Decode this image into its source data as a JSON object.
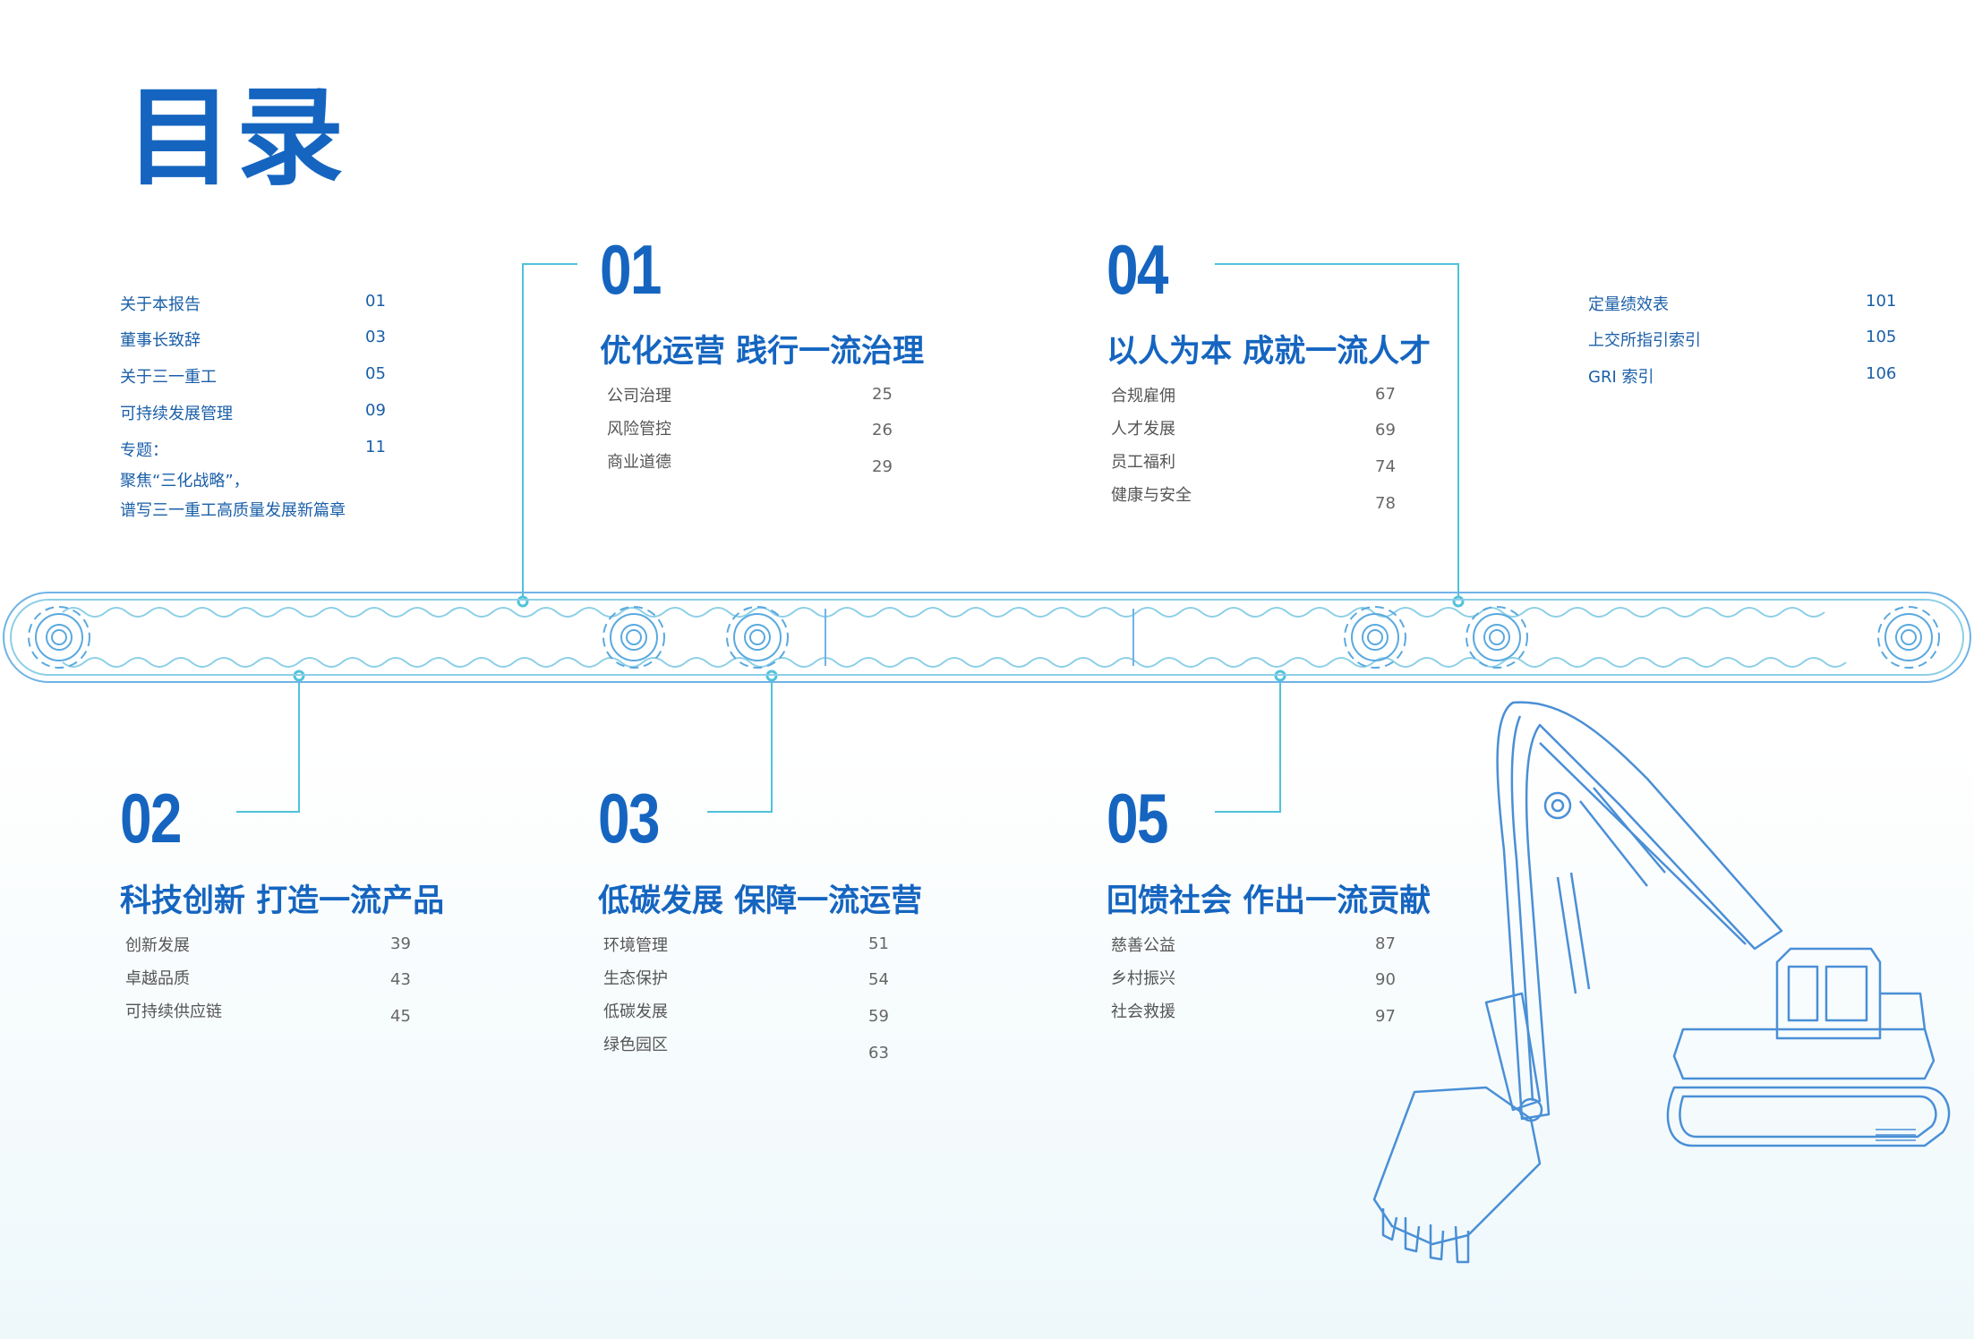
{
  "title": "目录",
  "left_list": [
    {
      "label": "关于本报告",
      "page": "01"
    },
    {
      "label": "董事长致辞",
      "page": "03"
    },
    {
      "label": "关于三一重工",
      "page": "05"
    },
    {
      "label": "可持续发展管理",
      "page": "09"
    },
    {
      "label": "专题：",
      "page": "11"
    },
    {
      "label": "聚焦“三化战略”，",
      "page": ""
    },
    {
      "label": "谱写三一重工高质量发展新篇章",
      "page": ""
    }
  ],
  "right_list": [
    {
      "label": "定量绩效表",
      "page": "101"
    },
    {
      "label": "上交所指引索引",
      "page": "105"
    },
    {
      "label": "GRI 索引",
      "page": "106"
    }
  ],
  "sections": [
    {
      "num": "01",
      "title": "优化运营 践行一流治理",
      "items": [
        {
          "label": "公司治理",
          "page": "25"
        },
        {
          "label": "风险管控",
          "page": "26"
        },
        {
          "label": "商业道德",
          "page": "29"
        }
      ]
    },
    {
      "num": "02",
      "title": "科技创新 打造一流产品",
      "items": [
        {
          "label": "创新发展",
          "page": "39"
        },
        {
          "label": "卓越品质",
          "page": "43"
        },
        {
          "label": "可持续供应链",
          "page": "45"
        }
      ]
    },
    {
      "num": "03",
      "title": "低碳发展 保障一流运营",
      "items": [
        {
          "label": "环境管理",
          "page": "51"
        },
        {
          "label": "生态保护",
          "page": "54"
        },
        {
          "label": "低碳发展",
          "page": "59"
        },
        {
          "label": "绿色园区",
          "page": "63"
        }
      ]
    },
    {
      "num": "04",
      "title": "以人为本 成就一流人才",
      "items": [
        {
          "label": "合规雇佣",
          "page": "67"
        },
        {
          "label": "人才发展",
          "page": "69"
        },
        {
          "label": "员工福利",
          "page": "74"
        },
        {
          "label": "健康与安全",
          "page": "78"
        }
      ]
    },
    {
      "num": "05",
      "title": "回馈社会 作出一流贡献",
      "items": [
        {
          "label": "慈善公益",
          "page": "87"
        },
        {
          "label": "乡村振兴",
          "page": "90"
        },
        {
          "label": "社会救援",
          "page": "97"
        }
      ]
    }
  ],
  "colors": {
    "primary": "#1565c0",
    "line": "#4fc3d9",
    "outline": "#4a8fd6"
  }
}
